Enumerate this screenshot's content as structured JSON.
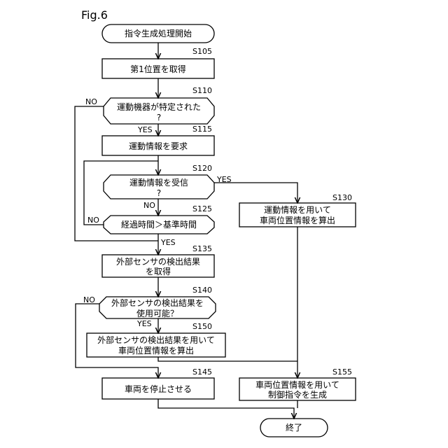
{
  "figure_label": "Fig.6",
  "nodes": {
    "start": {
      "text": "指令生成処理開始"
    },
    "s105": {
      "step": "S105",
      "text": "第1位置を取得"
    },
    "s110": {
      "step": "S110",
      "line1": "運動機器が特定された",
      "line2": "?"
    },
    "s115": {
      "step": "S115",
      "text": "運動情報を要求"
    },
    "s120": {
      "step": "S120",
      "line1": "運動情報を受信",
      "line2": "?"
    },
    "s125": {
      "step": "S125",
      "text": "経過時間＞基準時間"
    },
    "s130": {
      "step": "S130",
      "line1": "運動情報を用いて",
      "line2": "車両位置情報を算出"
    },
    "s135": {
      "step": "S135",
      "line1": "外部センサの検出結果",
      "line2": "を取得"
    },
    "s140": {
      "step": "S140",
      "line1": "外部センサの検出結果を",
      "line2": "使用可能？"
    },
    "s150": {
      "step": "S150",
      "line1": "外部センサの検出結果を用いて",
      "line2": "車両位置情報を算出"
    },
    "s145": {
      "step": "S145",
      "text": "車両を停止させる"
    },
    "s155": {
      "step": "S155",
      "line1": "車両位置情報を用いて",
      "line2": "制御指令を生成"
    },
    "end": {
      "text": "終了"
    }
  },
  "branch_labels": {
    "s110_no": "NO",
    "s110_yes": "YES",
    "s120_yes": "YES",
    "s120_no": "NO",
    "s125_no": "NO",
    "s125_yes": "YES",
    "s140_no": "NO",
    "s140_yes": "YES"
  }
}
